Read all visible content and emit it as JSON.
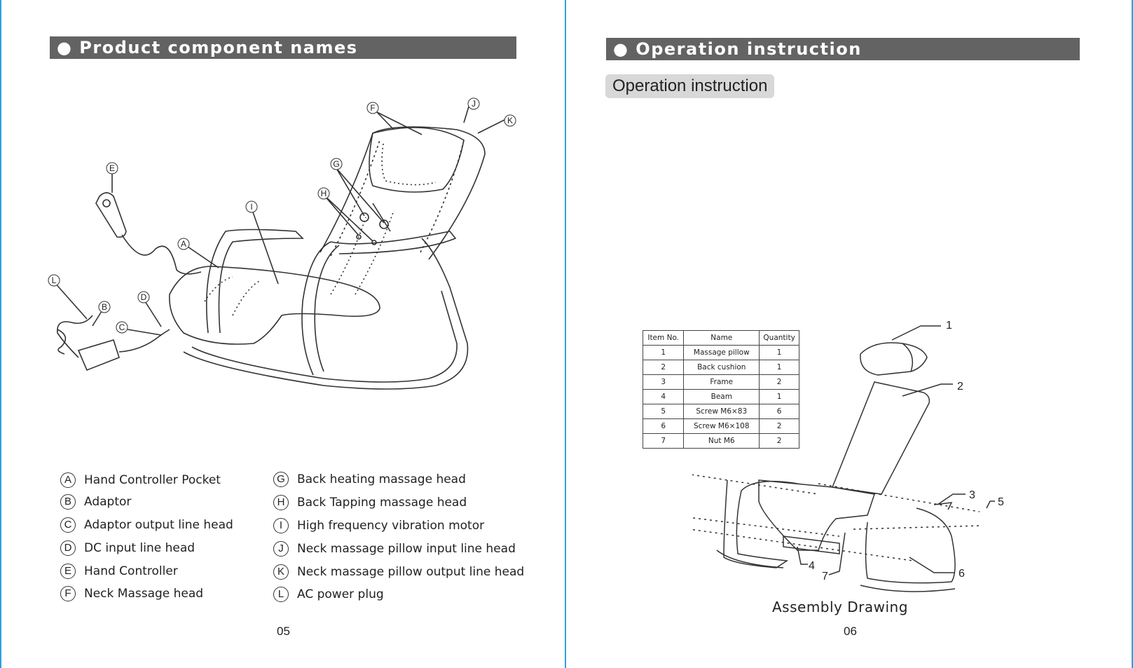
{
  "left_page": {
    "section_title": "● Product component names",
    "callout_letters": [
      "A",
      "B",
      "C",
      "D",
      "E",
      "F",
      "G",
      "H",
      "I",
      "J",
      "K",
      "L"
    ],
    "components_col1": [
      {
        "letter": "A",
        "name": "Hand Controller Pocket"
      },
      {
        "letter": "B",
        "name": "Adaptor"
      },
      {
        "letter": "C",
        "name": "Adaptor output line head"
      },
      {
        "letter": "D",
        "name": "DC input line head"
      },
      {
        "letter": "E",
        "name": "Hand Controller"
      },
      {
        "letter": "F",
        "name": "Neck Massage head"
      }
    ],
    "components_col2": [
      {
        "letter": "G",
        "name": "Back heating massage head"
      },
      {
        "letter": "H",
        "name": "Back Tapping massage head"
      },
      {
        "letter": "I",
        "name": "High frequency vibration motor"
      },
      {
        "letter": "J",
        "name": "Neck massage pillow input line head"
      },
      {
        "letter": "K",
        "name": "Neck massage pillow output line head"
      },
      {
        "letter": "L",
        "name": "AC power plug"
      }
    ],
    "page_number": "05"
  },
  "right_page": {
    "section_title": "● Operation instruction",
    "subheading": "Operation instruction",
    "parts_table": {
      "headers": [
        "Item No.",
        "Name",
        "Quantity"
      ],
      "rows": [
        [
          "1",
          "Massage pillow",
          "1"
        ],
        [
          "2",
          "Back cushion",
          "1"
        ],
        [
          "3",
          "Frame",
          "2"
        ],
        [
          "4",
          "Beam",
          "1"
        ],
        [
          "5",
          "Screw M6×83",
          "6"
        ],
        [
          "6",
          "Screw M6×108",
          "2"
        ],
        [
          "7",
          "Nut M6",
          "2"
        ]
      ]
    },
    "drawing_numbers": [
      "1",
      "2",
      "3",
      "4",
      "5",
      "6",
      "7"
    ],
    "drawing_caption": "Assembly Drawing",
    "page_number": "06"
  },
  "colors": {
    "section_bar": "#636363",
    "page_border": "#29a3dc",
    "pill": "#d8d8d8"
  }
}
